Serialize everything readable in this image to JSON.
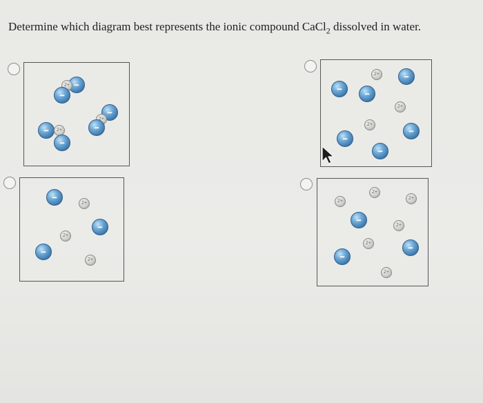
{
  "question": {
    "prefix": "Determine which diagram best represents the ionic compound ",
    "formula_main": "CaCl",
    "formula_sub": "2",
    "suffix": " dissolved in water."
  },
  "ion_labels": {
    "calcium": "2+",
    "chloride_symbol": "minus-sign"
  },
  "options": [
    {
      "id": "A",
      "selected": false
    },
    {
      "id": "B",
      "selected": false
    },
    {
      "id": "C",
      "selected": false
    },
    {
      "id": "D",
      "selected": false
    }
  ],
  "icons": {
    "radio": "radio-button-icon",
    "cursor": "mouse-pointer-icon"
  },
  "colors": {
    "chloride": "#4a86be",
    "calcium": "#cfcfcc",
    "frame": "#555555"
  }
}
